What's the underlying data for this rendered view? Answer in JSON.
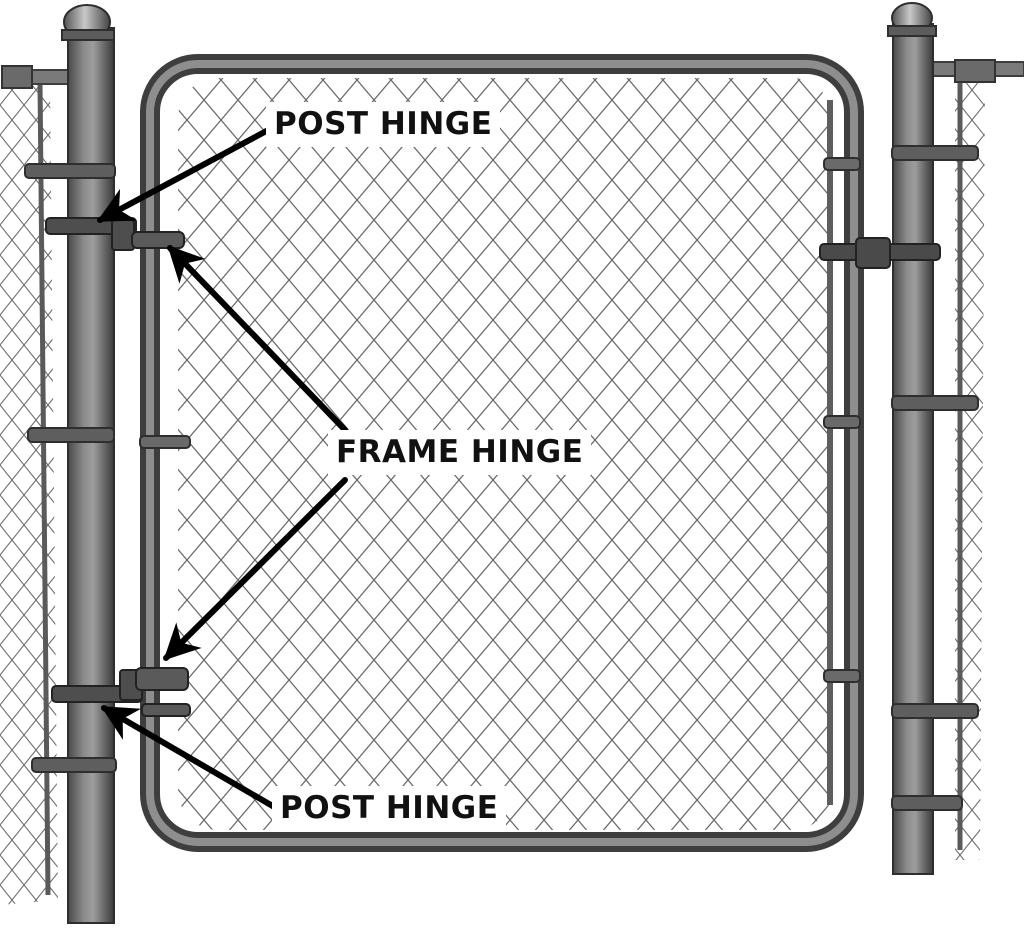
{
  "labels": {
    "post_hinge_top": "POST HINGE",
    "frame_hinge": "FRAME HINGE",
    "post_hinge_bottom": "POST HINGE"
  },
  "colors": {
    "background": "#ffffff",
    "metal_dark": "#3e3e3e",
    "metal_mid": "#6f6f6f",
    "metal_light": "#a9a9a9",
    "mesh": "#6a6a6a",
    "arrow": "#000000"
  }
}
